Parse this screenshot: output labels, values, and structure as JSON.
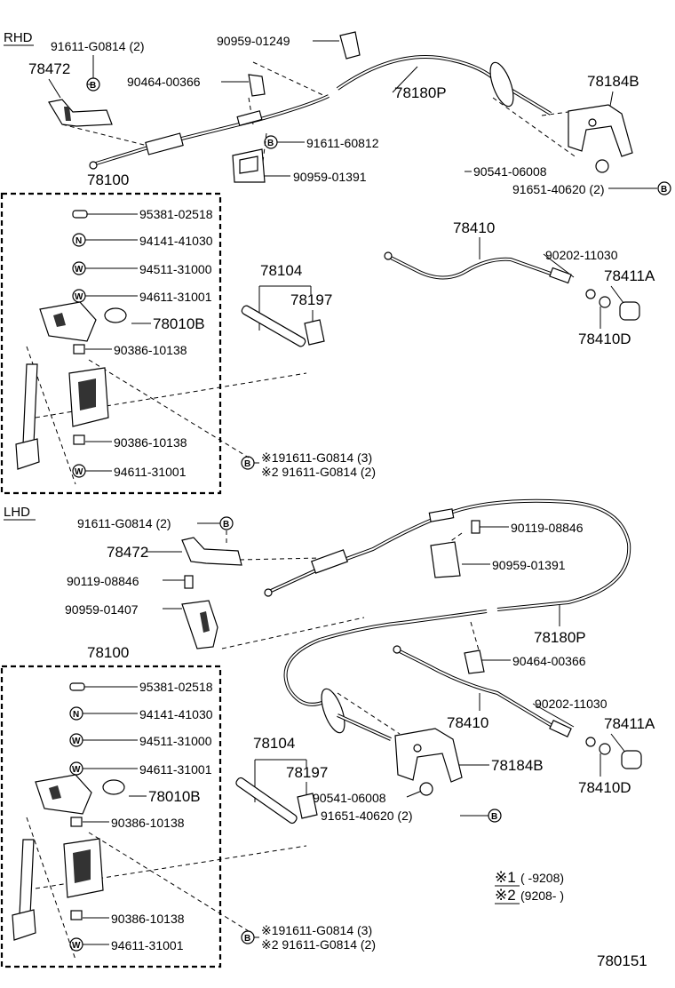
{
  "sections": {
    "rhd": "RHD",
    "lhd": "LHD"
  },
  "rhd": {
    "p91611_g0814_2": "91611-G0814 (2)",
    "p78472": "78472",
    "p90959_01249": "90959-01249",
    "p90464_00366": "90464-00366",
    "p78180p": "78180P",
    "p78184b": "78184B",
    "p91611_60812": "91611-60812",
    "p90959_01391": "90959-01391",
    "p90541_06008": "90541-06008",
    "p91651_40620_2": "91651-40620 (2)",
    "p78100": "78100",
    "p95381_02518": "95381-02518",
    "p94141_41030": "94141-41030",
    "p94511_31000": "94511-31000",
    "p94611_31001": "94611-31001",
    "p78010b": "78010B",
    "p90386_10138_a": "90386-10138",
    "p90386_10138_b": "90386-10138",
    "p94611_31001_b": "94611-31001",
    "note1": "※191611-G0814 (3)",
    "note2": "※2 91611-G0814 (2)",
    "p78104": "78104",
    "p78197": "78197",
    "p78410": "78410",
    "p90202_11030": "90202-11030",
    "p78411a": "78411A",
    "p78410d": "78410D"
  },
  "lhd": {
    "p91611_g0814_2": "91611-G0814 (2)",
    "p78472": "78472",
    "p90119_08846_a": "90119-08846",
    "p90959_01391": "90959-01391",
    "p90119_08846_b": "90119-08846",
    "p90959_01407": "90959-01407",
    "p78180p": "78180P",
    "p90464_00366": "90464-00366",
    "p78100": "78100",
    "p95381_02518": "95381-02518",
    "p94141_41030": "94141-41030",
    "p94511_31000": "94511-31000",
    "p94611_31001": "94611-31001",
    "p78010b": "78010B",
    "p90386_10138_a": "90386-10138",
    "p90386_10138_b": "90386-10138",
    "p94611_31001_b": "94611-31001",
    "note1": "※191611-G0814 (3)",
    "note2": "※2 91611-G0814 (2)",
    "p78104": "78104",
    "p78197": "78197",
    "p78410": "78410",
    "p90202_11030": "90202-11030",
    "p78411a": "78411A",
    "p78410d": "78410D",
    "p78184b": "78184B",
    "p90541_06008": "90541-06008",
    "p91651_40620_2": "91651-40620 (2)"
  },
  "legend": {
    "mark1": "※1",
    "range1": "(        -9208)",
    "mark2": "※2",
    "range2": "(9208-         )"
  },
  "circle_letters": {
    "b": "B",
    "n": "N",
    "w": "W"
  },
  "figure_number": "780151"
}
